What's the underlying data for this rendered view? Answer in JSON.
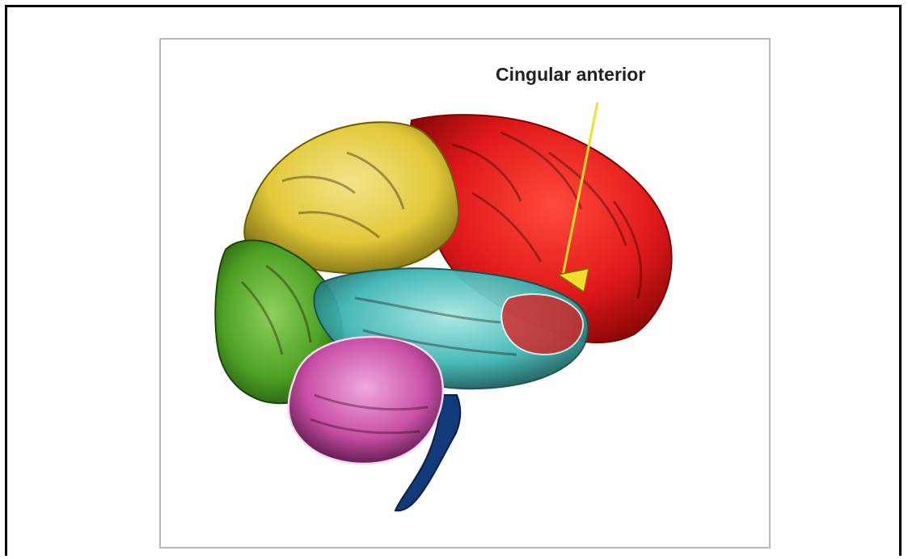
{
  "callout": {
    "label": "Cingular anterior"
  },
  "regions": [
    {
      "name": "frontal-lobe",
      "color": "#e0191b"
    },
    {
      "name": "parietal-lobe",
      "color": "#e2c93a"
    },
    {
      "name": "occipital-lobe",
      "color": "#4ea225"
    },
    {
      "name": "temporal-lobe",
      "color": "#3fb6b4"
    },
    {
      "name": "cerebellum",
      "color": "#c94fa6"
    },
    {
      "name": "brainstem",
      "color": "#123a7a"
    }
  ],
  "arrow_color": "#f2dd2a"
}
